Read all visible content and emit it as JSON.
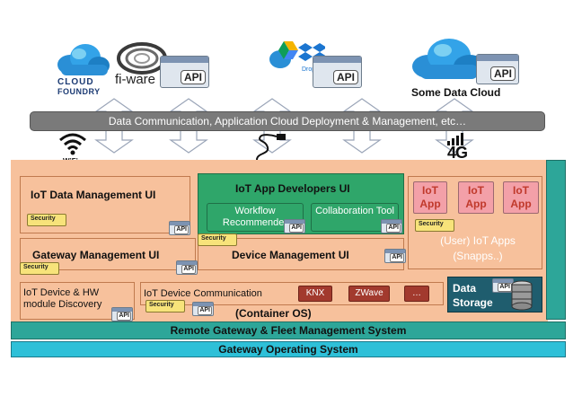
{
  "top": {
    "cloud_foundry_line1": "CLOUD",
    "cloud_foundry_line2": "FOUNDRY",
    "fiware_label": "fi-ware",
    "dropbox_label": "Dropbox",
    "api_label": "API",
    "some_data_cloud": "Some Data Cloud"
  },
  "banner": "Data Communication, Application Cloud Deployment & Management, etc…",
  "connectivity": {
    "wifi_label": "WiFi",
    "cellular_label": "4G"
  },
  "panels": {
    "data_mgmt_title": "IoT Data Management  UI",
    "app_dev_title": "IoT App Developers UI",
    "workflow_recommender": "Workflow Recommender",
    "collaboration_tool": "Collaboration Tool",
    "iot_app_label": "IoT App",
    "user_iot_apps": "(User) IoT Apps (Snapps..)",
    "gateway_mgmt": "Gateway Management  UI",
    "device_mgmt": "Device Management  UI",
    "iot_device_hw": "IoT Device & HW module Discovery",
    "iot_device_comm": "IoT Device Communication",
    "knx": "KNX",
    "zwave": "ZWave",
    "ellipsis": "…",
    "container_os": "(Container OS)",
    "data_storage": "Data Storage",
    "security_label": "Security"
  },
  "bottom": {
    "remote_gateway": "Remote  Gateway & Fleet Management  System",
    "gateway_os": "Gateway Operating System"
  },
  "colors": {
    "banner_gray": "#7a7a7a",
    "peach": "#f7c19c",
    "teal": "#2da699",
    "dark_teal": "#1f5d6e",
    "green_bar": "#2fa66a",
    "iot_app_pink": "#f3a0a8"
  }
}
